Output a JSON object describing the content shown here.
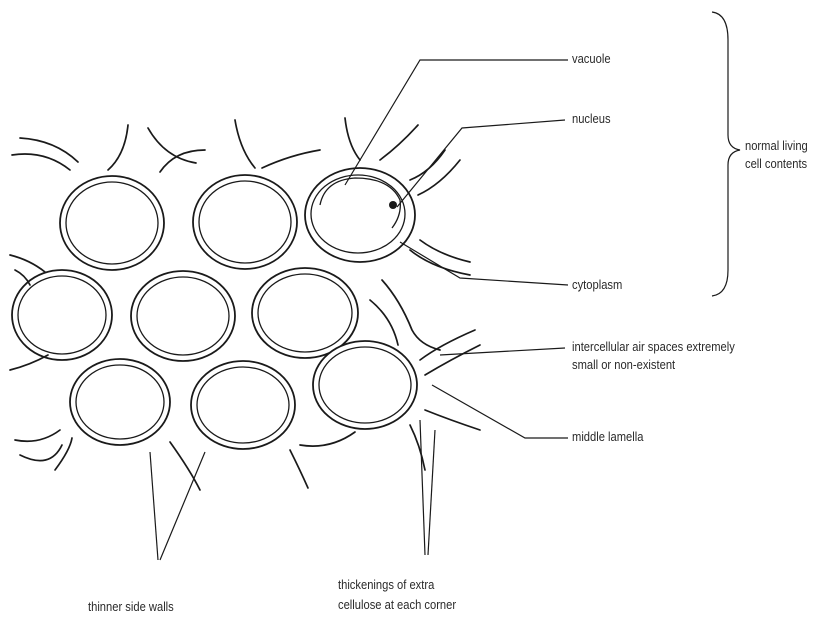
{
  "labels": {
    "vacuole": "vacuole",
    "nucleus": "nucleus",
    "normal_living_line1": "normal living",
    "normal_living_line2": "cell contents",
    "cytoplasm": "cytoplasm",
    "intercellular_line1": "intercellular air spaces extremely",
    "intercellular_line2": "small or non-existent",
    "middle_lamella": "middle lamella",
    "thinner_side_walls": "thinner side walls",
    "thickenings_line1": "thickenings of extra",
    "thickenings_line2": "cellulose at each corner"
  }
}
